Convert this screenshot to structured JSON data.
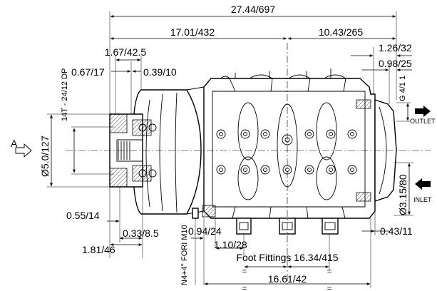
{
  "dimensions": {
    "overall_length": "27.44/697",
    "left_section": "17.01/432",
    "right_section": "10.43/265",
    "left_a": "1.67/42.5",
    "left_b": "0.67/17",
    "left_c": "0.39/10",
    "spline": "14T - 24/12 DP",
    "shaft_dia": "Ø5.0/127",
    "left_d": "0.55/14",
    "left_e": "0.33/8.5",
    "left_f": "1.81/46",
    "foot_a": "0.94/24",
    "foot_b": "1.10/28",
    "foot_fittings": "Foot Fittings 16.34/415",
    "foot_equal_1": "=",
    "foot_equal_2": "=",
    "bottom_length": "16.61/42",
    "bottom_equal_1": "=",
    "bottom_equal_2": "=",
    "right_a": "1.26/32",
    "right_b": "0.98/25",
    "outlet_port": "G 4/1 1",
    "inlet_dia": "Ø3.15/80",
    "right_c": "0.43/11",
    "mount_holes": "N4+4° FORI M10"
  },
  "labels": {
    "view_arrow": "A",
    "outlet": "OUTLET",
    "inlet": "INLET"
  }
}
